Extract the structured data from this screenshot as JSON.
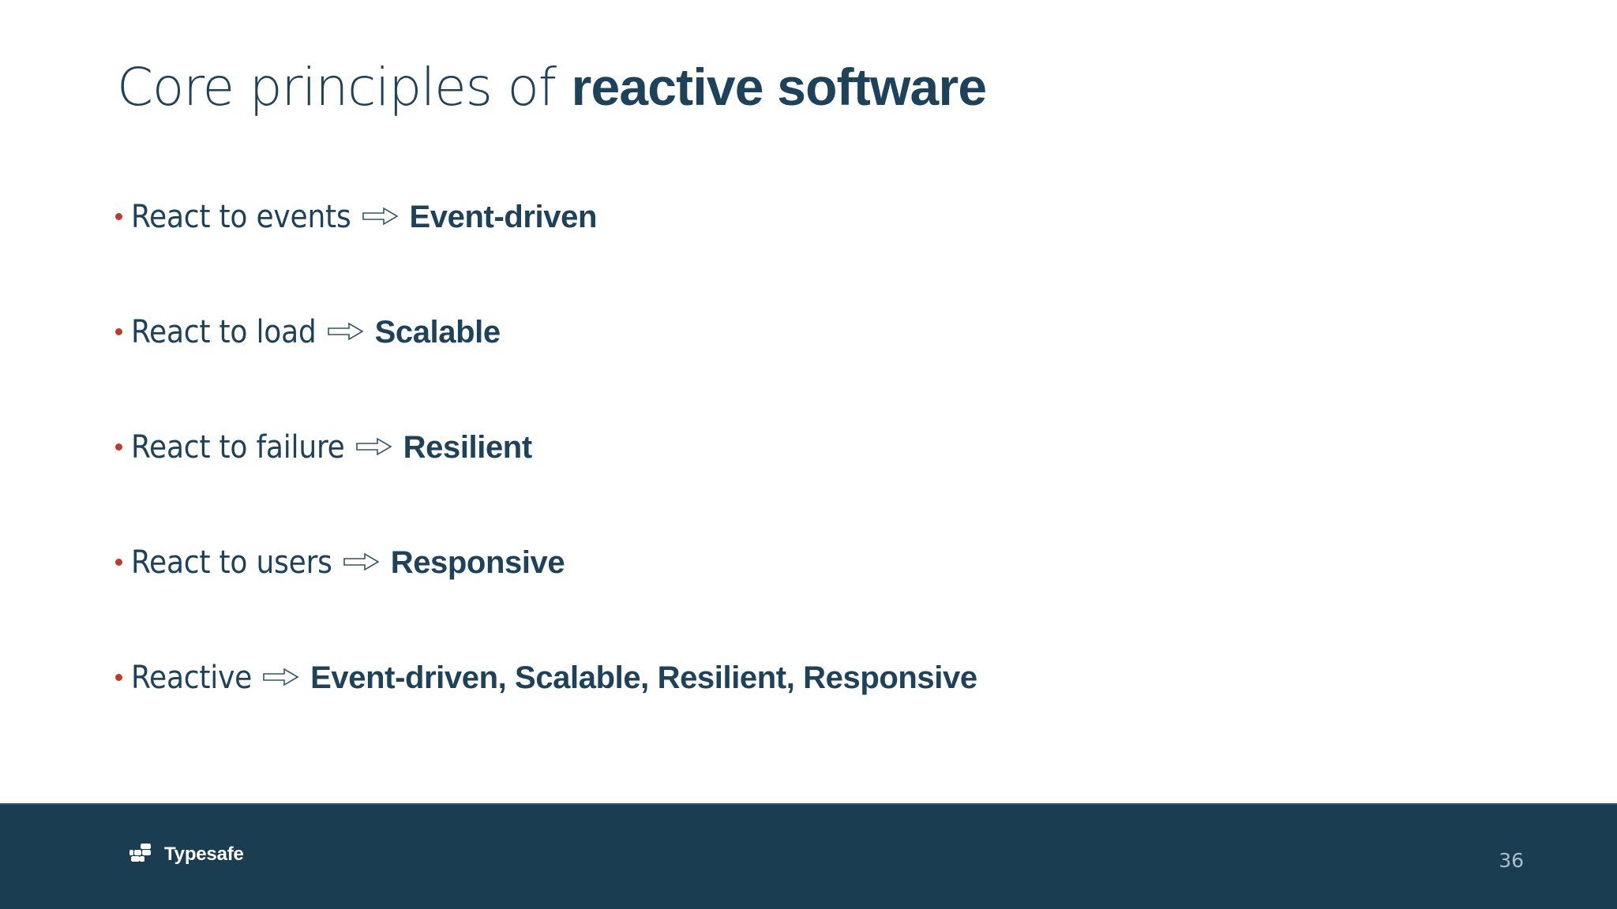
{
  "slide": {
    "title": {
      "light_part": "Core principles of ",
      "bold_part": "reactive software"
    },
    "bullets": [
      {
        "label": "React to events",
        "arrow": "double-arrow-right-icon",
        "value": "Event-driven"
      },
      {
        "label": "React to load",
        "arrow": "double-arrow-right-icon",
        "value": "Scalable"
      },
      {
        "label": "React to failure",
        "arrow": "double-arrow-right-icon",
        "value": "Resilient"
      },
      {
        "label": "React to users",
        "arrow": "double-arrow-right-icon",
        "value": "Responsive"
      },
      {
        "label": "Reactive",
        "arrow": "double-arrow-right-icon",
        "value": "Event-driven, Scalable, Resilient, Responsive"
      }
    ],
    "footer": {
      "logo_name": "typesafe-logo-icon",
      "logo_text": "Typesafe",
      "page_number": "36"
    },
    "colors": {
      "navy": "#1d4259",
      "footer_bar": "#1a3d52",
      "bullet_red": "#c0392b",
      "page_number": "#a8c0cc",
      "background": "#ffffff"
    }
  }
}
